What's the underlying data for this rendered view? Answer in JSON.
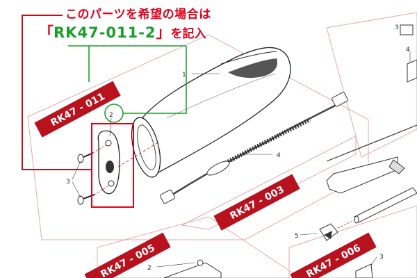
{
  "header": {
    "line1": "このパーツを希望の場合は",
    "line2_open": "「",
    "line2_code": "RK47-011-2",
    "line2_close": "」",
    "line2_suffix": "を記入"
  },
  "banners": {
    "b011": "RK47 - 011",
    "b003": "RK47 - 003",
    "b005": "RK47 - 005",
    "b006": "RK47 - 006"
  },
  "callouts": {
    "c1": "1",
    "c2_main": "2",
    "c3_screws": "3",
    "c4_cable": "4",
    "c3_tr": "3",
    "c4_tr": "4",
    "c5": "5",
    "c2_bottom": "2",
    "c3_br": "3"
  },
  "colors": {
    "highlight_red": "#e0001a",
    "code_green": "#1a9e2a",
    "banner_bg": "#b8121e",
    "panel_line": "#e3a9a9"
  }
}
